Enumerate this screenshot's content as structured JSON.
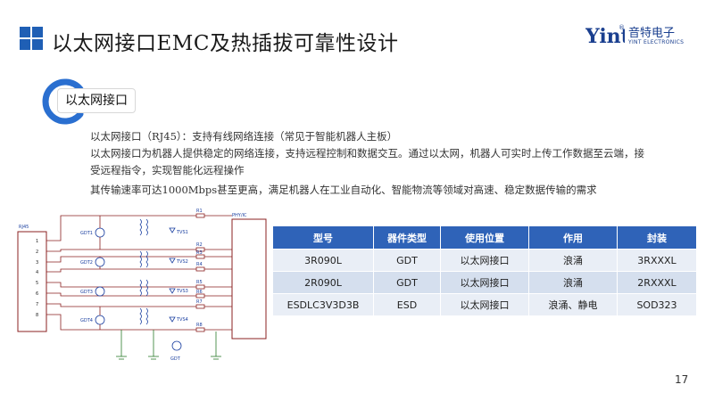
{
  "header": {
    "title": "以太网接口EMC及热插拔可靠性设计",
    "logo_cn": "音特电子",
    "logo_en": "YINT ELECTRONICS",
    "logo_mark": "Yint",
    "logo_mark_reg": "®"
  },
  "section": {
    "label": "以太网接口"
  },
  "body": {
    "lines": [
      "以太网接口（RJ45）：支持有线网络连接（常见于智能机器人主板）",
      "以太网接口为机器人提供稳定的网络连接，支持远程控制和数据交互。通过以太网，机器人可实时上传工作数据至云端，接",
      "受远程指令，实现智能化远程操作",
      "其传输速率可达1000Mbps甚至更高，满足机器人在工业自动化、智能物流等领域对高速、稳定数据传输的需求"
    ]
  },
  "schematic": {
    "connector": "RJ45",
    "phy": "PHY/IC",
    "pins": [
      "1",
      "2",
      "3",
      "4",
      "5",
      "6",
      "7",
      "8"
    ],
    "gdt_labels": [
      "GDT1",
      "GDT2",
      "GDT3",
      "GDT4"
    ],
    "tvs_labels": [
      "TVS1",
      "TVS2",
      "TVS3",
      "TVS4"
    ],
    "r_labels": [
      "R1",
      "R2",
      "R3",
      "R4",
      "R5",
      "R6",
      "R7",
      "R8"
    ],
    "bottom_gdt": "GDT",
    "colors": {
      "wire": "#8b2020",
      "component": "#1a3fa0",
      "ground": "#2a7a2a"
    }
  },
  "table": {
    "headers": [
      "型号",
      "器件类型",
      "使用位置",
      "作用",
      "封装"
    ],
    "rows": [
      [
        "3R090L",
        "GDT",
        "以太网接口",
        "浪涌",
        "3RXXXL"
      ],
      [
        "2R090L",
        "GDT",
        "以太网接口",
        "浪涌",
        "2RXXXL"
      ],
      [
        "ESDLC3V3D3B",
        "ESD",
        "以太网接口",
        "浪涌、静电",
        "SOD323"
      ]
    ]
  },
  "footer": {
    "page_number": "17"
  },
  "colors": {
    "accent": "#1f5fb5",
    "table_header": "#2f63b8",
    "row_light": "#e9eef6",
    "row_dark": "#d5dfee"
  }
}
